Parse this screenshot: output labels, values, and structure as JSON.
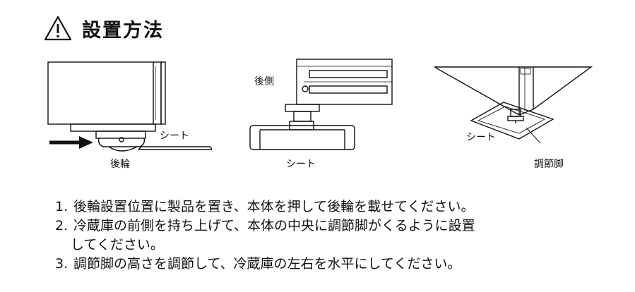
{
  "header": {
    "title": "設置方法",
    "icon": "warning-triangle-icon"
  },
  "figures": {
    "left": {
      "sheet_label": "シート",
      "wheel_label": "後輪"
    },
    "middle": {
      "rear_label": "後側",
      "sheet_label": "シート"
    },
    "right": {
      "sheet_label": "シート",
      "foot_label": "調節脚"
    }
  },
  "steps": [
    {
      "number": "1.",
      "text": "後輪設置位置に製品を置き、本体を押して後輪を載せてください。"
    },
    {
      "number": "2.",
      "text": "冷蔵庫の前側を持ち上げて、本体の中央に調節脚がくるように設置",
      "continuation": "してください。"
    },
    {
      "number": "3.",
      "text": "調節脚の高さを調節して、冷蔵庫の左右を水平にしてください。"
    }
  ]
}
